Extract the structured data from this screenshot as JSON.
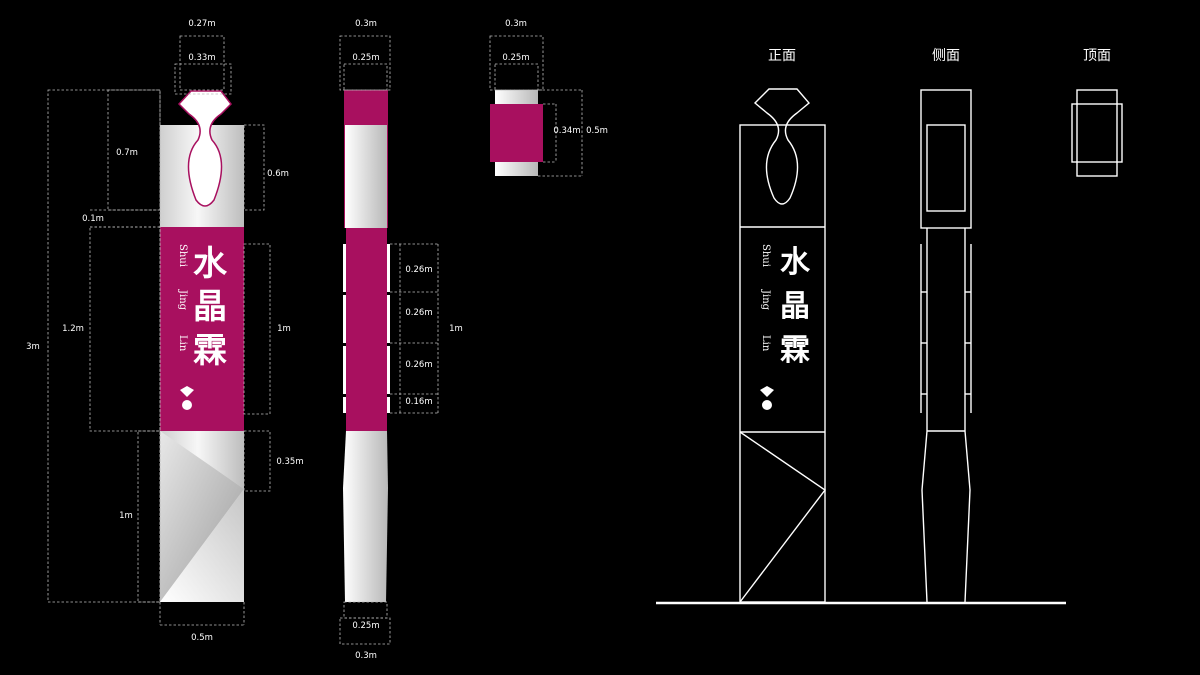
{
  "colors": {
    "background": "#000000",
    "brand_magenta": "#a8105f",
    "panel_light": "#f4f4f4",
    "panel_shadow": "#bcbcbc",
    "line": "#ffffff"
  },
  "brand": {
    "name_cn": "水晶霖",
    "name_en": [
      "Shui",
      "Jing",
      "Lin"
    ]
  },
  "front_dims": {
    "top_outer": "0.27m",
    "top_inner": "0.33m",
    "crystal_h": "0.7m",
    "cap_h": "0.6m",
    "gap": "0.1m",
    "total_h": "3m",
    "band_outer": "1.2m",
    "band_inner": "1m",
    "wedge_h": "0.35m",
    "base_h": "1m",
    "width": "0.5m"
  },
  "side_dims": {
    "top_outer": "0.3m",
    "top_inner": "0.25m",
    "seg1": "0.26m",
    "seg2": "0.26m",
    "seg3": "0.26m",
    "seg4": "0.16m",
    "band_h": "1m",
    "bottom_inner": "0.25m",
    "bottom_outer": "0.3m"
  },
  "top_dims": {
    "outer": "0.3m",
    "inner": "0.25m",
    "h_inner": "0.34m",
    "h_outer": "0.5m"
  },
  "views": {
    "front": "正面",
    "side": "侧面",
    "top": "顶面"
  }
}
